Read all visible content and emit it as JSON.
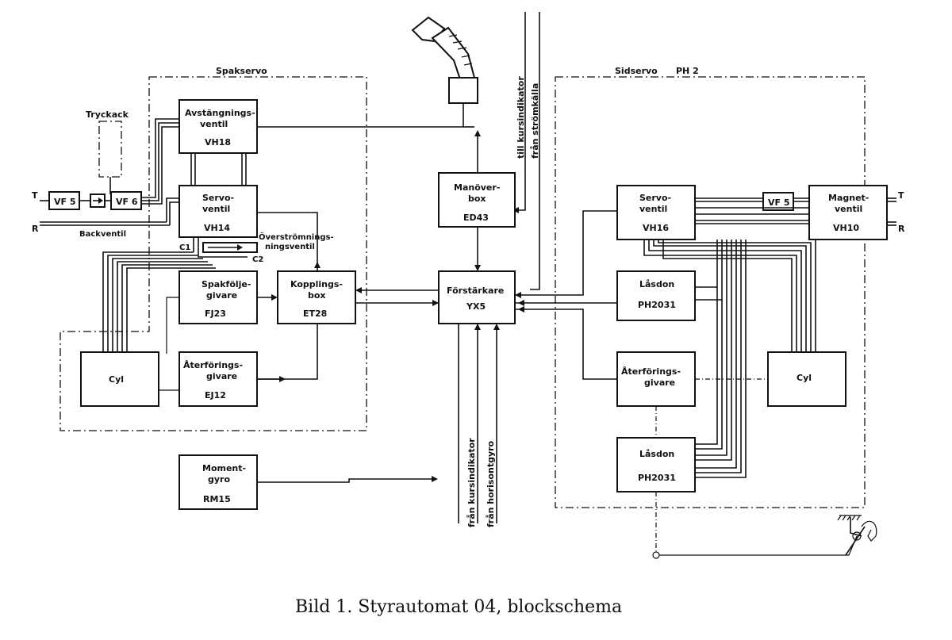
{
  "caption": "Bild 1. Styrautomat 04, blockschema",
  "groups": {
    "spakservo": "Spakservo",
    "sidservo": "Sidservo",
    "sidservo_ph": "PH 2"
  },
  "left": {
    "tryckack": "Tryckack",
    "t": "T",
    "r": "R",
    "vf5": "VF 5",
    "vf6": "VF 6",
    "backventil": "Backventil",
    "avst_l1": "Avstängnings-",
    "avst_l2": "ventil",
    "avst_code": "VH18",
    "servo_l1": "Servo-",
    "servo_l2": "ventil",
    "servo_code": "VH14",
    "over_l1": "Överströmnings-",
    "over_l2": "ningsventil",
    "c1": "C1",
    "c2": "C2",
    "spak_l1": "Spakfölje-",
    "spak_l2": "givare",
    "spak_code": "FJ23",
    "koppl_l1": "Kopplings-",
    "koppl_l2": "box",
    "koppl_code": "ET28",
    "cyl": "Cyl",
    "ater_l1": "Återförings-",
    "ater_l2": "givare",
    "ater_code": "EJ12",
    "moment_l1": "Moment-",
    "moment_l2": "gyro",
    "moment_code": "RM15"
  },
  "center": {
    "manover_l1": "Manöver-",
    "manover_l2": "box",
    "manover_code": "ED43",
    "forst_l1": "Förstärkare",
    "forst_code": "YX5",
    "till_kurs": "till kursindikator",
    "fran_strom": "från strömkälla",
    "fran_kurs": "från kursindikator",
    "fran_horis": "från horisontgyro"
  },
  "right": {
    "servo_l1": "Servo-",
    "servo_l2": "ventil",
    "servo_code": "VH16",
    "vf5": "VF 5",
    "magnet_l1": "Magnet-",
    "magnet_l2": "ventil",
    "magnet_code": "VH10",
    "t": "T",
    "r": "R",
    "lasdon1": "Låsdon",
    "lasdon1_code": "PH2031",
    "ater_l1": "Återförings-",
    "ater_l2": "givare",
    "cyl": "Cyl",
    "lasdon2": "Låsdon",
    "lasdon2_code": "PH2031"
  }
}
